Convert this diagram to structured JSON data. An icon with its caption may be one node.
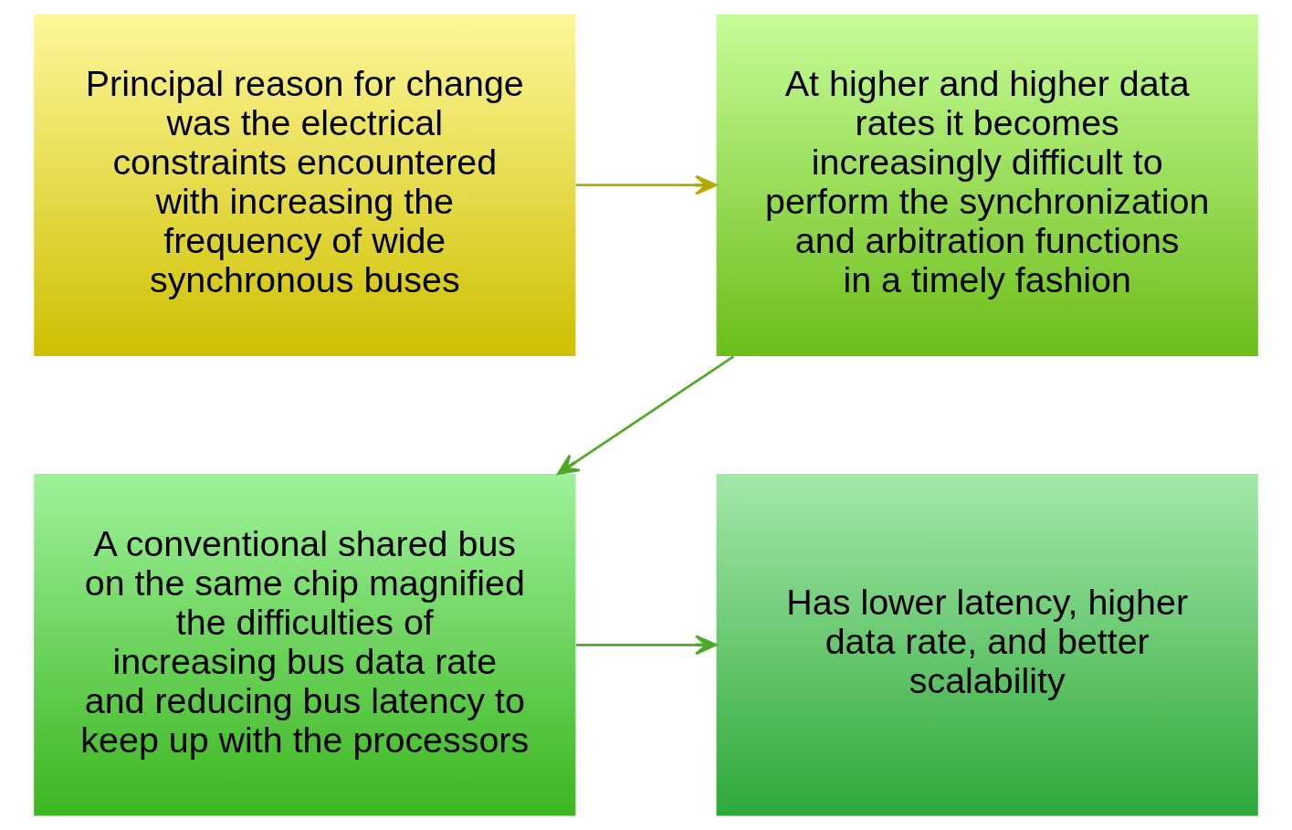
{
  "diagram": {
    "nodes": [
      {
        "text": [
          "Principal reason for change was the electrical constraints encountered with increasing the frequency of wide synchronous buses"
        ]
      },
      {
        "text": [
          "At higher and higher data rates it becomes increasingly difficult to perform the synchronization and arbitration functions in a timely fashion"
        ]
      },
      {
        "text": [
          "A conventional shared bus on the same chip magnified the difficulties of increasing bus data rate and reducing bus latency to keep up with the processors"
        ]
      },
      {
        "text": [
          "Has lower latency, higher data rate, and better scalability"
        ]
      }
    ],
    "edges": [
      {
        "from": 0,
        "to": 1,
        "arrow": "to",
        "color": "#b5a800"
      },
      {
        "from": 1,
        "to": 2,
        "arrow": "to"
      },
      {
        "from": 2,
        "to": 3,
        "arrow": "to"
      }
    ]
  }
}
